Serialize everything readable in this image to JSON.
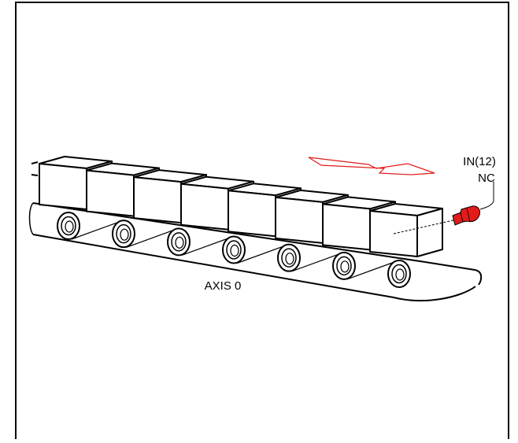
{
  "diagram": {
    "conveyor_label": "AXIS 0",
    "sensor": {
      "input_label": "IN(12)",
      "contact_label": "NC",
      "color": "#e21b1b"
    },
    "direction_arrow_color": "#e21b1b",
    "box_count": 8,
    "roller_count": 7
  }
}
